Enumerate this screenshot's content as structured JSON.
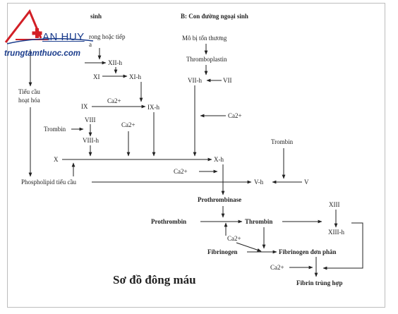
{
  "logo": {
    "name": "AN HUY",
    "url": "trungtamthuoc.com",
    "brand_color": "#1a3c8c",
    "accent_color": "#d21f26"
  },
  "diagram": {
    "header_left_fragment": "sinh",
    "header_right": "B: Con đường ngoại sinh",
    "caption": "Sơ đồ đông máu",
    "nodes": {
      "contact_fragment": "rong hoặc tiếp",
      "contact_fragment2": "a",
      "xii_h": "XII-h",
      "xi": "XI",
      "xi_h": "XI-h",
      "ix": "IX",
      "ix_h": "IX-h",
      "ca_ix": "Ca2+",
      "platelet": "Tiểu cầu",
      "platelet2": "hoạt hóa",
      "thrombin_viii": "Trombin",
      "viii": "VIII",
      "viii_h": "VIII-h",
      "ca_mid": "Ca2+",
      "x": "X",
      "x_h": "X-h",
      "phospholipid": "Phospholipid tiểu cầu",
      "tissue": "Mô bị tổn thương",
      "thromboplastin": "Thromboplastin",
      "vii_h": "VII-h",
      "vii": "VII",
      "ca_ext": "Ca2+",
      "thrombin_v": "Trombin",
      "ca_x": "Ca2+",
      "v_h": "V-h",
      "v": "V",
      "prothrombinase": "Prothrombinase",
      "prothrombin": "Prothrombin",
      "thrombin": "Thrombin",
      "xiii": "XIII",
      "xiii_h": "XIII-h",
      "ca_fib": "Ca2+",
      "fibrinogen": "Fibrinogen",
      "fibrin_mono": "Fibrinogen đơn phân",
      "ca_final": "Ca2+",
      "fibrin_poly": "Fibrin trùng hợp"
    }
  }
}
